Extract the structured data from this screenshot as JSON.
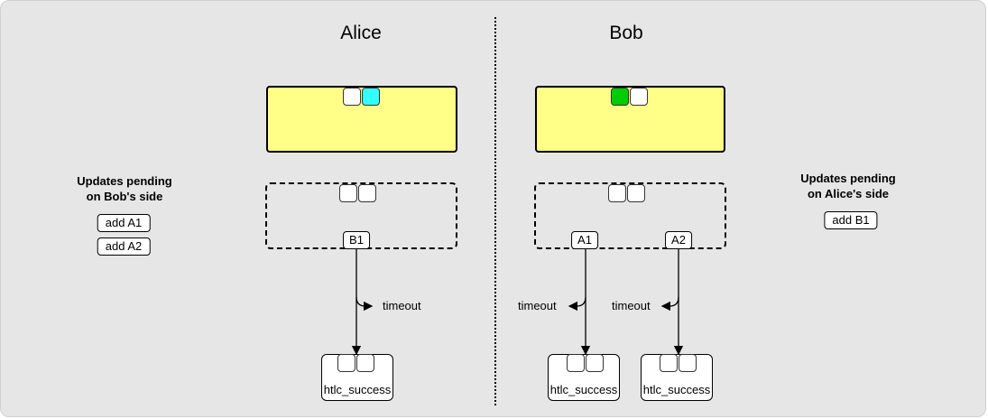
{
  "parties": {
    "alice": "Alice",
    "bob": "Bob"
  },
  "alice": {
    "commitment_slots": [
      {
        "color": "#ffffff"
      },
      {
        "color": "#33ffff"
      }
    ],
    "pending_htlc": "B1",
    "timeout_label": "timeout",
    "tx_label": "htlc_success"
  },
  "bob": {
    "commitment_slots": [
      {
        "color": "#00cc00"
      },
      {
        "color": "#ffffff"
      }
    ],
    "pending_htlcs": [
      "A1",
      "A2"
    ],
    "timeout_label": "timeout",
    "tx_label": "htlc_success"
  },
  "left_note": {
    "title_line1": "Updates pending",
    "title_line2": "on Bob's side",
    "items": [
      "add A1",
      "add A2"
    ]
  },
  "right_note": {
    "title_line1": "Updates pending",
    "title_line2": "on Alice's side",
    "items": [
      "add B1"
    ]
  }
}
